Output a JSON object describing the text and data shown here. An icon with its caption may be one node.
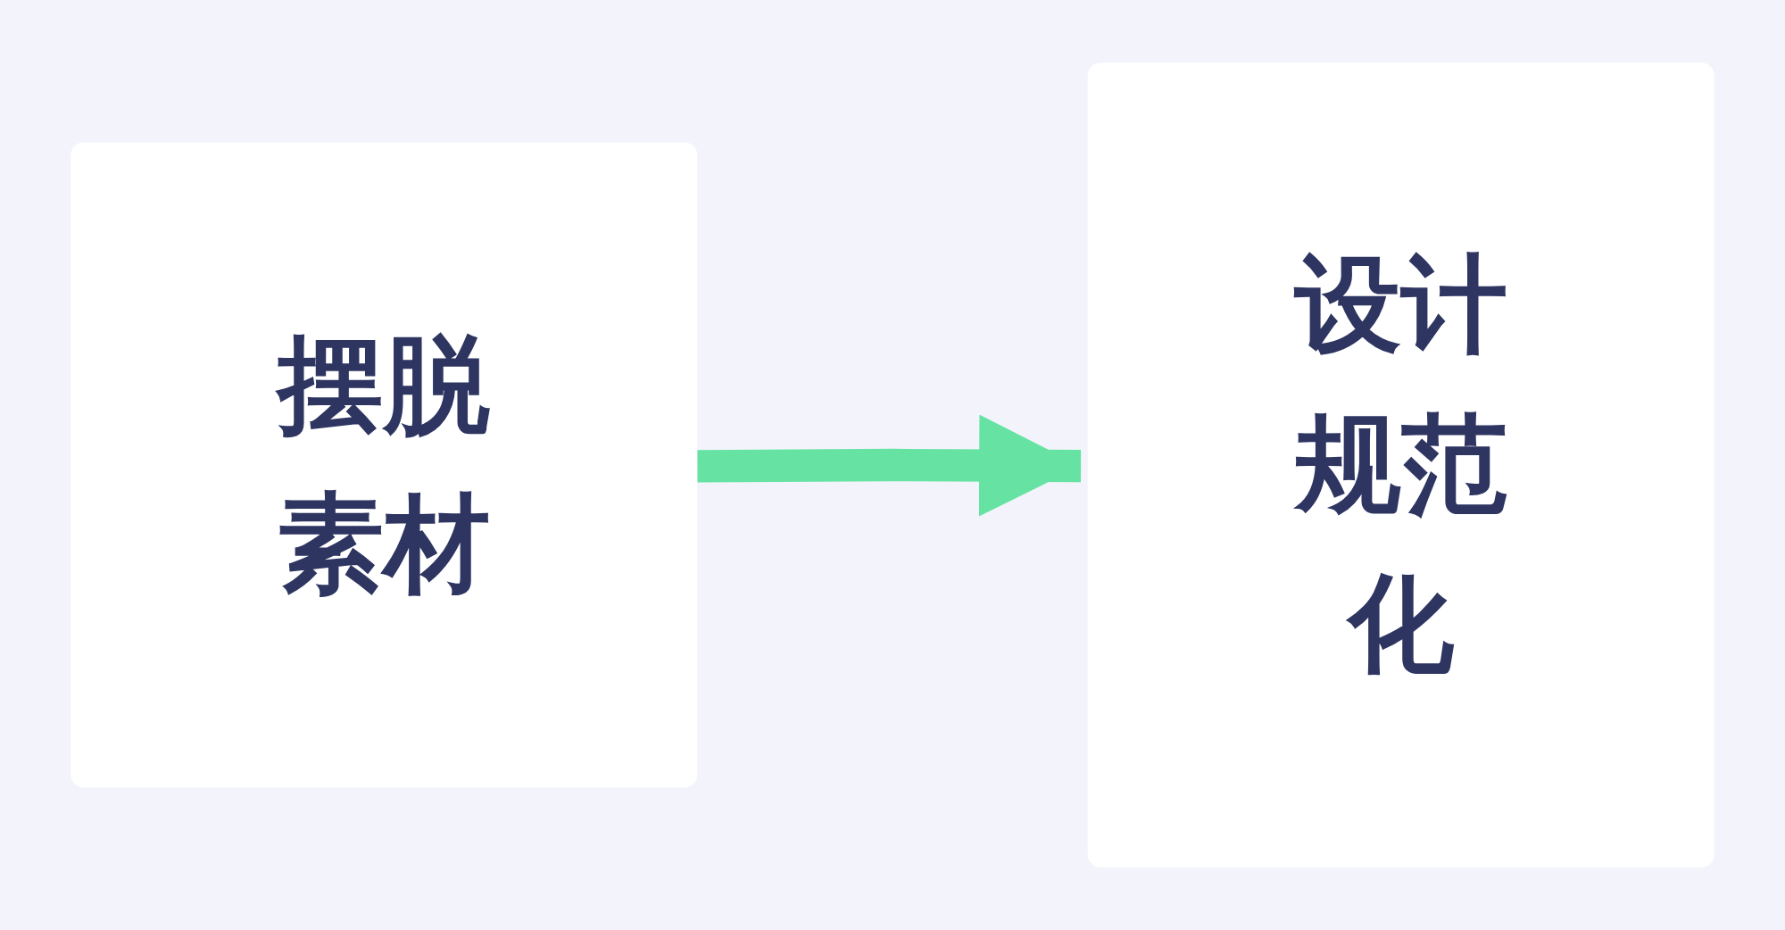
{
  "diagram": {
    "nodes": [
      {
        "text": [
          "摆脱素材"
        ]
      },
      {
        "text": [
          "设计规范化"
        ]
      }
    ],
    "edges": [
      {
        "from": 0,
        "to": 1,
        "arrow": "to",
        "color": "#66e3a3"
      }
    ]
  }
}
